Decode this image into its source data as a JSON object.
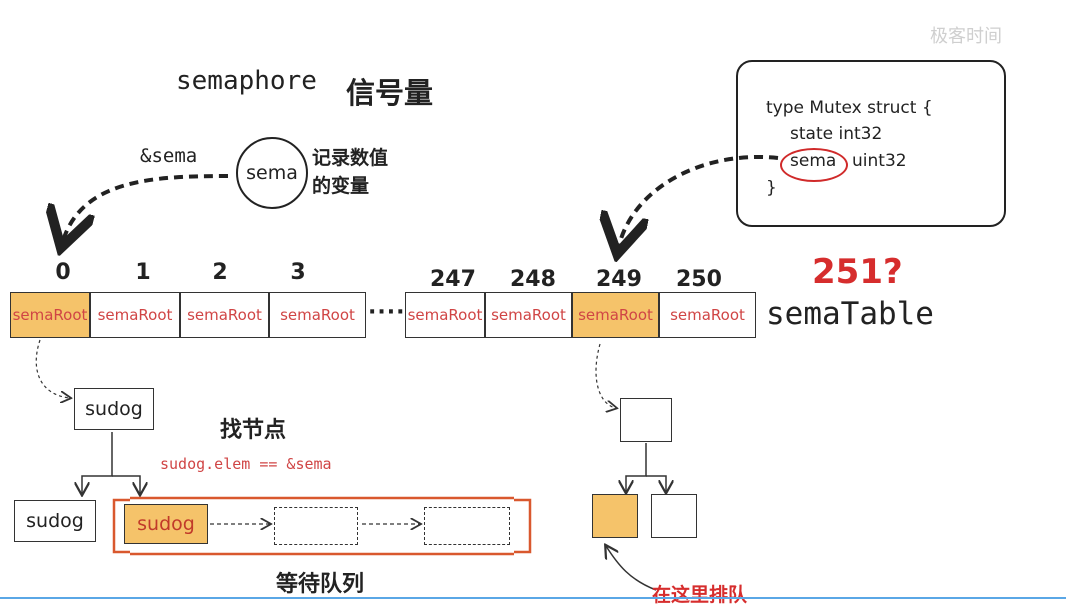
{
  "title": {
    "en": "semaphore",
    "zh": "信号量"
  },
  "sema_ref": "&sema",
  "sema_circle": "sema",
  "sema_desc": [
    "记录数值",
    "的变量"
  ],
  "code": {
    "line1": "type Mutex struct {",
    "line2": "state int32",
    "line3_field": "sema",
    "line3_type": "uint32",
    "line4": "}"
  },
  "indices": [
    "0",
    "1",
    "2",
    "3",
    "247",
    "248",
    "249",
    "250"
  ],
  "cells": [
    "semaRoot",
    "semaRoot",
    "semaRoot",
    "semaRoot",
    "semaRoot",
    "semaRoot",
    "semaRoot",
    "semaRoot"
  ],
  "ellipsis": "······",
  "overflow_index": "251?",
  "table_name": "semaTable",
  "sudog_root": "sudog",
  "sudog_left": "sudog",
  "sudog_queue_head": "sudog",
  "find_node": "找节点",
  "condition": "sudog.elem == &sema",
  "queue_label": "等待队列",
  "here_label": "在这里排队",
  "watermark": "极客时间",
  "colors": {
    "highlight": "#f5c36a",
    "accent_red": "#d62d2d",
    "cell_text": "#d04545",
    "bracket": "#d9582e"
  }
}
